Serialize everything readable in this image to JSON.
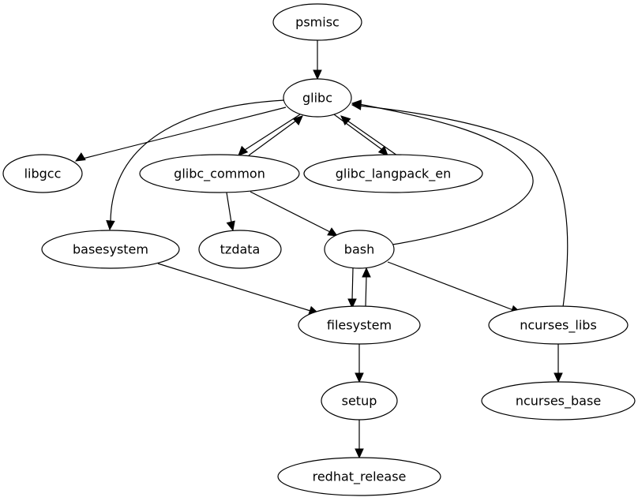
{
  "diagram": {
    "type": "directed-graph",
    "nodes": [
      {
        "id": "psmisc",
        "label": "psmisc"
      },
      {
        "id": "glibc",
        "label": "glibc"
      },
      {
        "id": "libgcc",
        "label": "libgcc"
      },
      {
        "id": "glibc_common",
        "label": "glibc_common"
      },
      {
        "id": "glibc_langpack_en",
        "label": "glibc_langpack_en"
      },
      {
        "id": "basesystem",
        "label": "basesystem"
      },
      {
        "id": "tzdata",
        "label": "tzdata"
      },
      {
        "id": "bash",
        "label": "bash"
      },
      {
        "id": "filesystem",
        "label": "filesystem"
      },
      {
        "id": "ncurses_libs",
        "label": "ncurses_libs"
      },
      {
        "id": "setup",
        "label": "setup"
      },
      {
        "id": "ncurses_base",
        "label": "ncurses_base"
      },
      {
        "id": "redhat_release",
        "label": "redhat_release"
      }
    ],
    "edges": [
      {
        "from": "psmisc",
        "to": "glibc"
      },
      {
        "from": "glibc",
        "to": "libgcc"
      },
      {
        "from": "glibc",
        "to": "basesystem"
      },
      {
        "from": "glibc",
        "to": "glibc_common"
      },
      {
        "from": "glibc_common",
        "to": "glibc"
      },
      {
        "from": "glibc",
        "to": "glibc_langpack_en"
      },
      {
        "from": "glibc_langpack_en",
        "to": "glibc"
      },
      {
        "from": "bash",
        "to": "glibc"
      },
      {
        "from": "ncurses_libs",
        "to": "glibc"
      },
      {
        "from": "glibc_common",
        "to": "tzdata"
      },
      {
        "from": "glibc_common",
        "to": "bash"
      },
      {
        "from": "basesystem",
        "to": "filesystem"
      },
      {
        "from": "bash",
        "to": "filesystem"
      },
      {
        "from": "filesystem",
        "to": "bash"
      },
      {
        "from": "bash",
        "to": "ncurses_libs"
      },
      {
        "from": "filesystem",
        "to": "setup"
      },
      {
        "from": "ncurses_libs",
        "to": "ncurses_base"
      },
      {
        "from": "setup",
        "to": "redhat_release"
      }
    ]
  }
}
